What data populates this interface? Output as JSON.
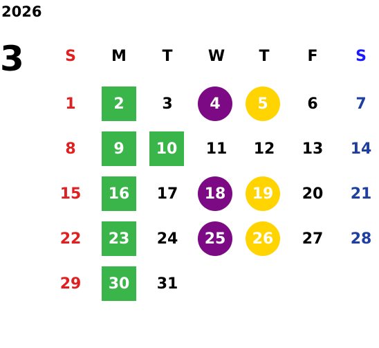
{
  "year": "2026",
  "month": "3",
  "weekdays": [
    "S",
    "M",
    "T",
    "W",
    "T",
    "F",
    "S"
  ],
  "weeks": [
    [
      "1",
      "2",
      "3",
      "4",
      "5",
      "6",
      "7"
    ],
    [
      "8",
      "9",
      "10",
      "11",
      "12",
      "13",
      "14"
    ],
    [
      "15",
      "16",
      "17",
      "18",
      "19",
      "20",
      "21"
    ],
    [
      "22",
      "23",
      "24",
      "25",
      "26",
      "27",
      "28"
    ],
    [
      "29",
      "30",
      "31",
      "",
      "",
      "",
      ""
    ]
  ],
  "colors": {
    "sunday": "#e02020",
    "saturday": "#1f3fa0",
    "monday_highlight": "#3ab54a",
    "wednesday_highlight": "#7b0a84",
    "thursday_highlight": "#ffd400"
  },
  "highlights": {
    "green_square": [
      "2",
      "9",
      "10",
      "16",
      "23",
      "30"
    ],
    "purple_circle": [
      "4",
      "18",
      "25"
    ],
    "yellow_circle": [
      "5",
      "19",
      "26"
    ]
  }
}
